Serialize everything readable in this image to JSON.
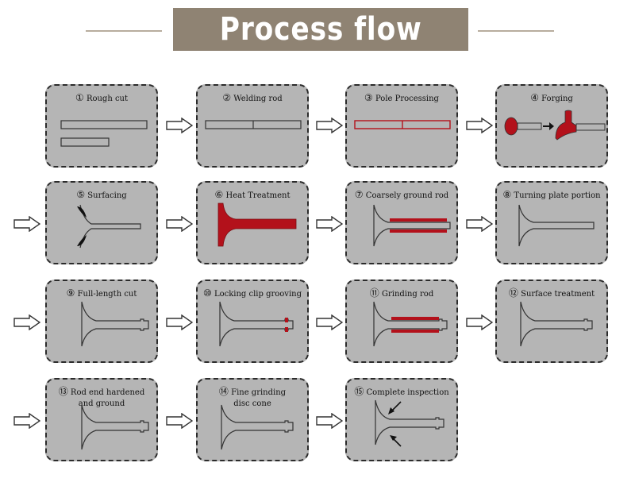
{
  "title": "Process flow",
  "steps": [
    {
      "num": "①",
      "text": "Rough cut"
    },
    {
      "num": "②",
      "text": "Welding rod"
    },
    {
      "num": "③",
      "text": "Pole Processing"
    },
    {
      "num": "④",
      "text": "Forging"
    },
    {
      "num": "⑤",
      "text": "Surfacing"
    },
    {
      "num": "⑥",
      "text": "Heat Treatment"
    },
    {
      "num": "⑦",
      "text": "Coarsely ground rod"
    },
    {
      "num": "⑧",
      "text": "Turning plate portion"
    },
    {
      "num": "⑨",
      "text": "Full-length cut"
    },
    {
      "num": "⑩",
      "text": "Locking clip grooving"
    },
    {
      "num": "⑪",
      "text": "Grinding rod"
    },
    {
      "num": "⑫",
      "text": "Surface treatment"
    },
    {
      "num": "⑬",
      "text": "Rod end hardened\nand ground"
    },
    {
      "num": "⑭",
      "text": "Fine grinding\ndisc cone"
    },
    {
      "num": "⑮",
      "text": "Complete inspection"
    }
  ],
  "colors": {
    "highlight": "#b3111b",
    "card": "#b5b5b5",
    "title_bg": "#8f8373"
  }
}
